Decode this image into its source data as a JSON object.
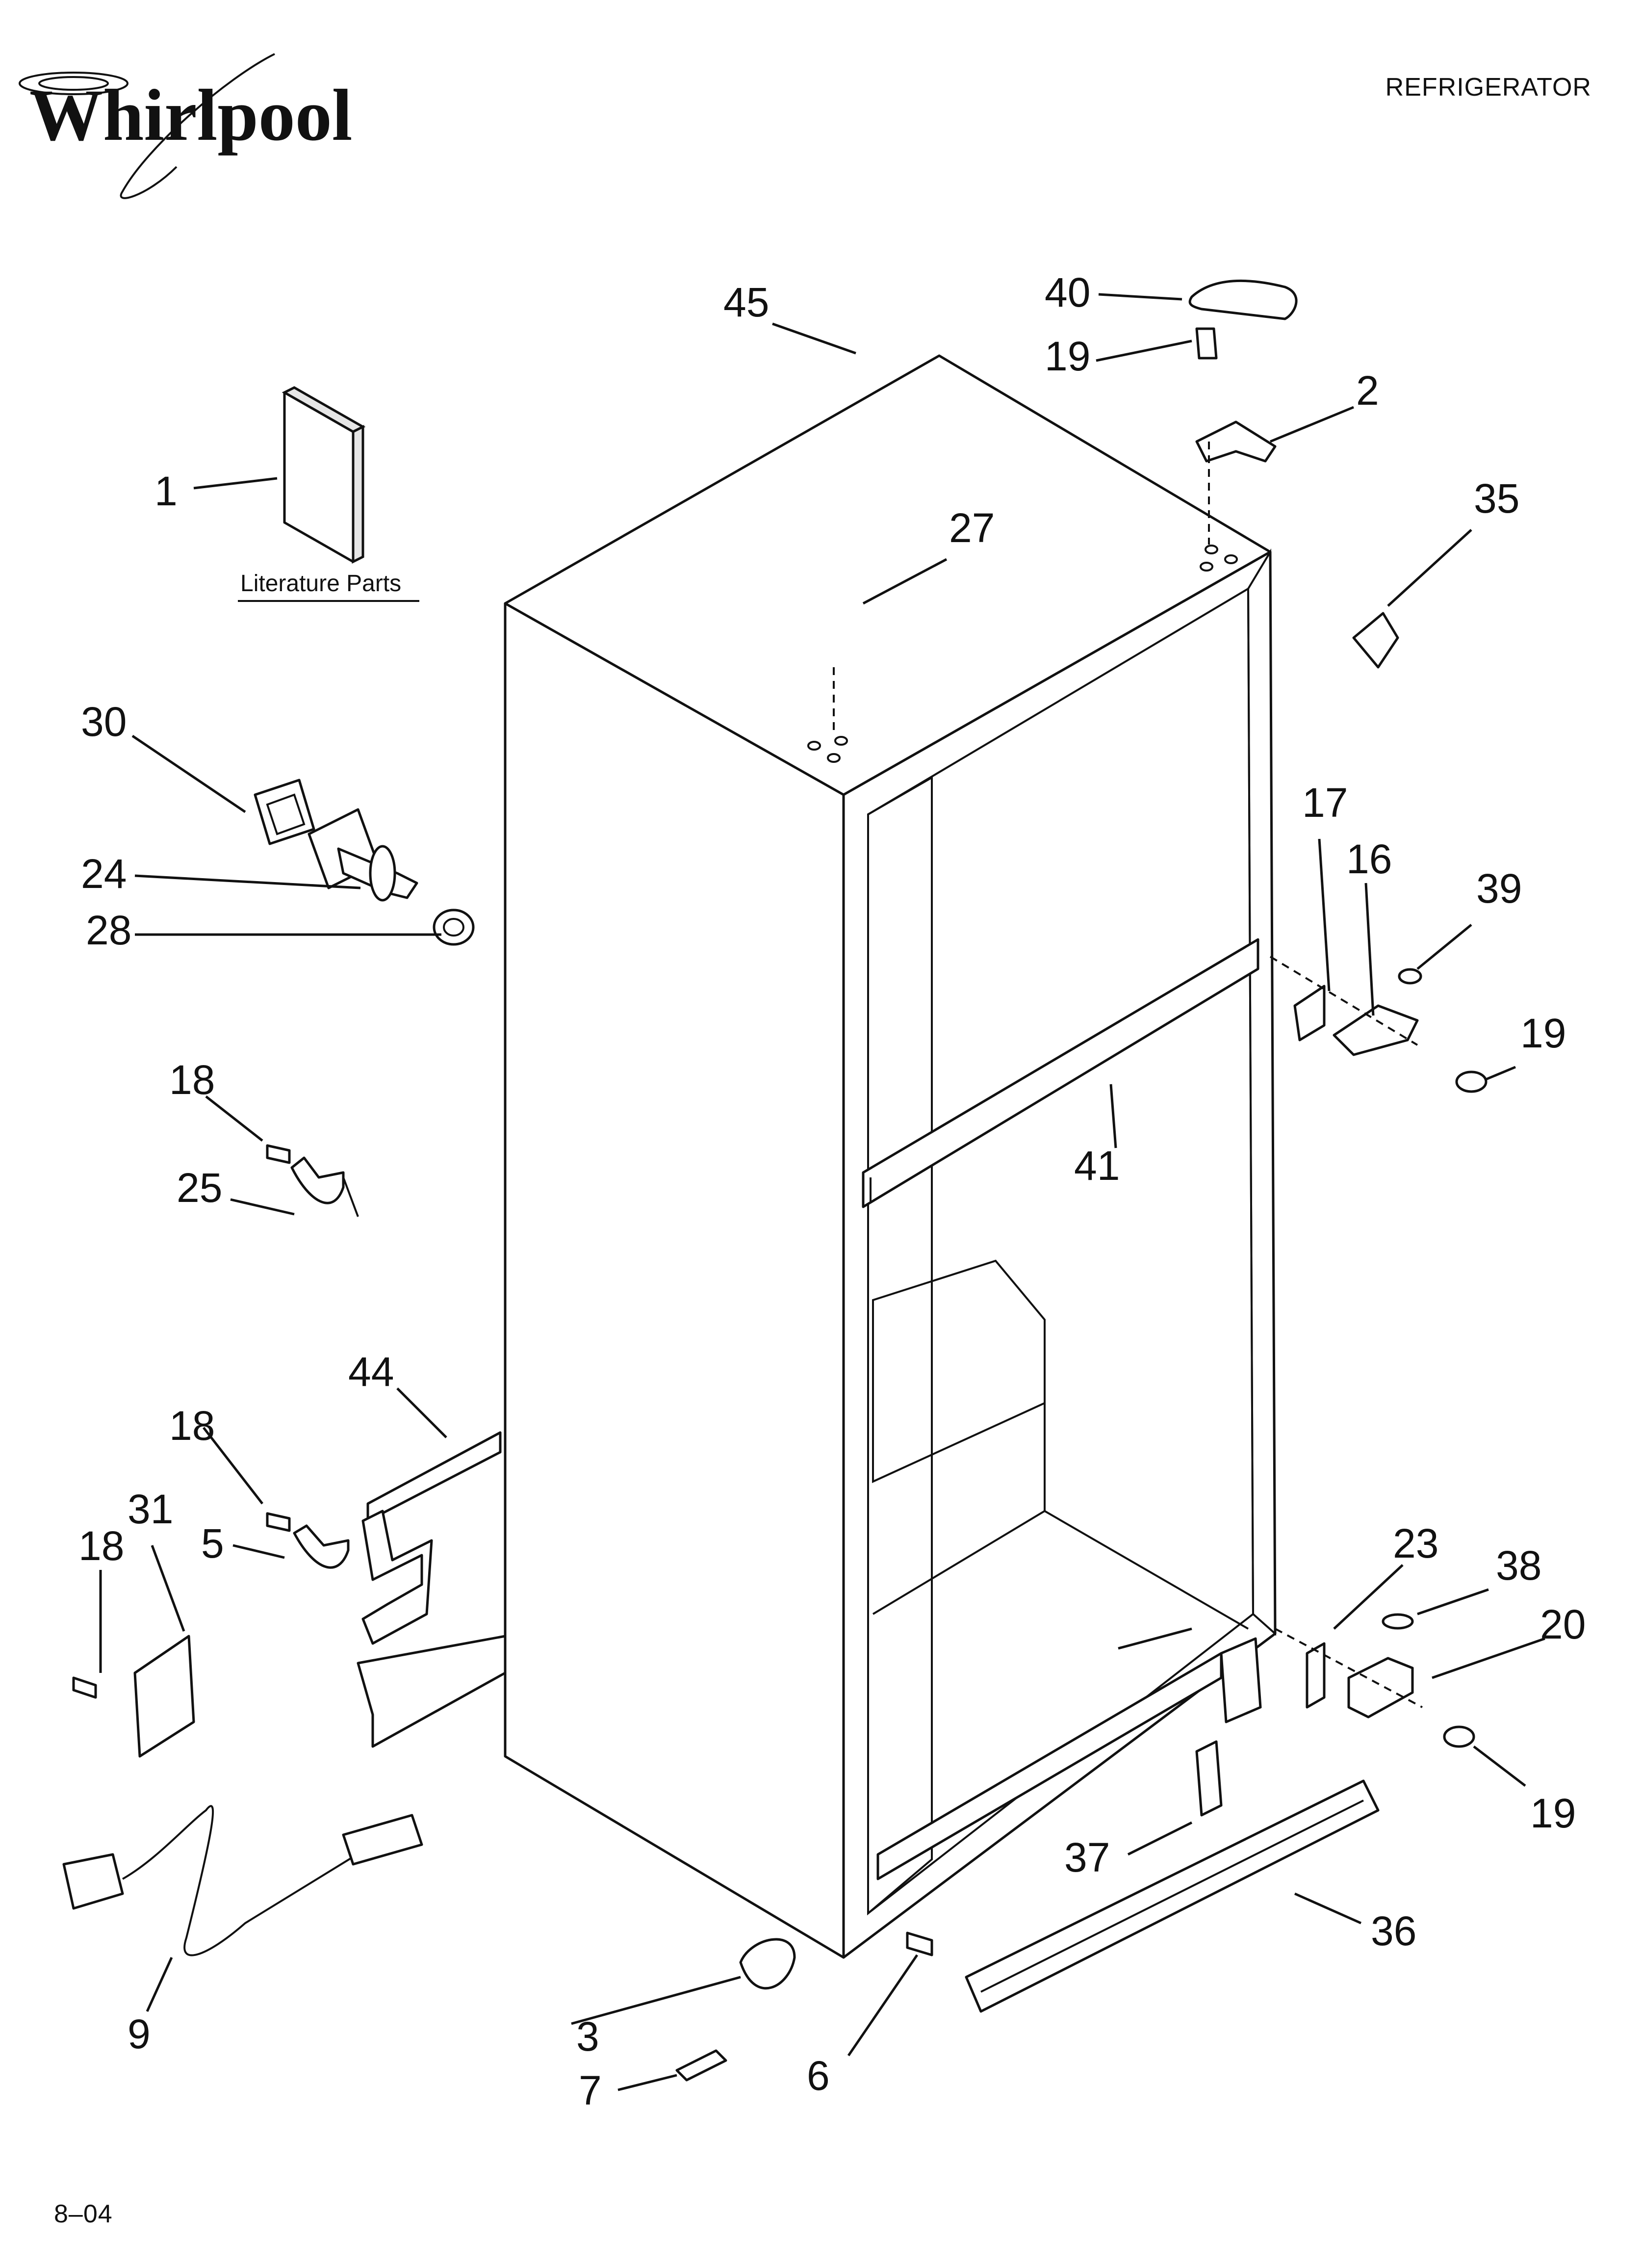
{
  "header": {
    "brand": "Whirlpool",
    "title": "REFRIGERATOR"
  },
  "footer": {
    "code": "8–04"
  },
  "literature": {
    "label": "Literature Parts"
  },
  "callouts": {
    "c1": "1",
    "c2": "2",
    "c3": "3",
    "c5": "5",
    "c6": "6",
    "c7": "7",
    "c9": "9",
    "c16": "16",
    "c17": "17",
    "c18a": "18",
    "c18b": "18",
    "c18c": "18",
    "c19a": "19",
    "c19b": "19",
    "c19c": "19",
    "c20": "20",
    "c23": "23",
    "c24": "24",
    "c25": "25",
    "c27": "27",
    "c28": "28",
    "c30": "30",
    "c31": "31",
    "c35": "35",
    "c36": "36",
    "c37": "37",
    "c38": "38",
    "c39": "39",
    "c40": "40",
    "c41": "41",
    "c44": "44",
    "c45": "45"
  },
  "colors": {
    "ink": "#111111",
    "paper": "#ffffff"
  }
}
